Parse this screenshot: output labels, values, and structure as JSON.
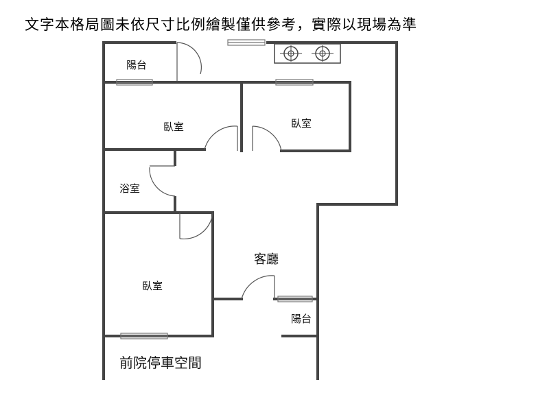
{
  "title": "文字本格局圖未依尺寸比例繪製僅供參考，實際以現場為準",
  "rooms": {
    "balcony_top": "陽台",
    "bedroom_top_left": "臥室",
    "bedroom_top_right": "臥室",
    "bathroom": "浴室",
    "living_room": "客廳",
    "bedroom_bottom": "臥室",
    "balcony_bottom": "陽台",
    "front_yard": "前院停車空間"
  },
  "fixtures": {
    "stove": "gas-stove-icon"
  }
}
